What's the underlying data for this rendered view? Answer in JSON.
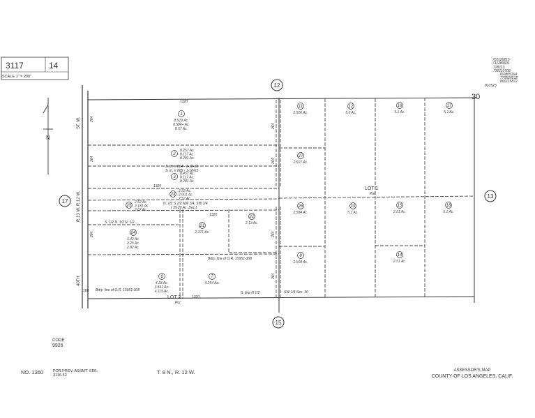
{
  "header": {
    "map_book": "3117",
    "page": "14",
    "scale": "SCALE 1\" = 200'"
  },
  "stamp_numbers": [
    "701126215",
    "711280601",
    "728113",
    "730110708",
    "760805164",
    "770520212",
    "800115872",
    "810523"
  ],
  "section_corner": "30",
  "adjacent_pages": {
    "top": "12",
    "left": "17",
    "right": "13",
    "bottom": "15"
  },
  "streets": {
    "left_top": "ST. W.",
    "left_bottom": "40TH",
    "range_line": "R.13 W. R.12 W."
  },
  "dimensions": {
    "top": "1320",
    "mid": "1320",
    "bottom": "1320",
    "side": "264",
    "narrow": "100",
    "bottom_small": "30"
  },
  "parcels": [
    {
      "num": "1",
      "area": "8.919 Ac.",
      "area2": "8.584+ Ac.",
      "area3": "8.57 Ac."
    },
    {
      "num": "2",
      "area": "8.257 Ac.",
      "area2": "8.117 Ac.",
      "area3": "8.281 Ac."
    },
    {
      "num": "3",
      "area": "8.457 Ac.",
      "area2": "8.117 Ac.",
      "area3": "8.281 Ac."
    },
    {
      "num": "23",
      "area": "2.52 Ac.",
      "area2": "2.001 Ac.",
      "area3": "2.57 Ac."
    },
    {
      "num": "25",
      "area": "2.52 Ac.",
      "area2": "2.181 Ac.",
      "area3": "2.67 Ac."
    },
    {
      "num": "24",
      "area": "3.42 Ac.",
      "area2": "2.23 Ac.",
      "area3": "2.82 Ac."
    },
    {
      "num": "21",
      "area": "2.371 Ac."
    },
    {
      "num": "22",
      "area": "2.13 Ac."
    },
    {
      "num": "6",
      "area": "4.23 Ac.",
      "area2": "3.841 Ac.",
      "area3": "4.115 Ac."
    },
    {
      "num": "7",
      "area": "4.254 Ac."
    },
    {
      "num": "11",
      "area": "2.500 Ac."
    },
    {
      "num": "12",
      "area": "5.0 Ac."
    },
    {
      "num": "16",
      "area": "5.1 Ac."
    },
    {
      "num": "17",
      "area": "5.1 Ac."
    },
    {
      "num": "27",
      "area": "2.507 Ac."
    },
    {
      "num": "26",
      "area": "2.584 Ac."
    },
    {
      "num": "19",
      "area": "5.1 Ac."
    },
    {
      "num": "15",
      "area": "2.51 Ac."
    },
    {
      "num": "18",
      "area": "5.1 Ac."
    },
    {
      "num": "8",
      "area": "2.508 Ac."
    },
    {
      "num": "14",
      "area": "2.51 Ac."
    }
  ],
  "notes": {
    "lot1": "LOT 1",
    "lot1_sub": "Por.",
    "lot2": "LOT 2",
    "lot2_sub": "Por.",
    "s_ln_1": "S. ln. # 864 - 1-18-63",
    "s_ln_2": "S. ln. # 865 - 1-18-63",
    "sub_title": "N. 1/2 S 1/2 NW 1/4, SW 1/4",
    "sub_area": "( 39.20 Ac. Dec.)",
    "sub_note": "S. 1/2 N. 1/2 N. 1/2 ...",
    "bdry_1": "Bdry. line of O.R. 15951-308",
    "bdry_2": "Bdry. line of O.R. 15951-308",
    "s_line": "S. line N 1/2",
    "sw_sec": "SW 1/4 Sec. 30"
  },
  "footer": {
    "code_label": "CODE",
    "code": "9926",
    "map_no": "NO. 1260",
    "prev_label": "FOR PREV. ASSM'T SEE:",
    "prev_ref": "3116-52",
    "township": "T. 8 N., R. 12 W.",
    "title1": "ASSESSOR'S MAP",
    "title2": "COUNTY OF LOS ANGELES, CALIF."
  }
}
